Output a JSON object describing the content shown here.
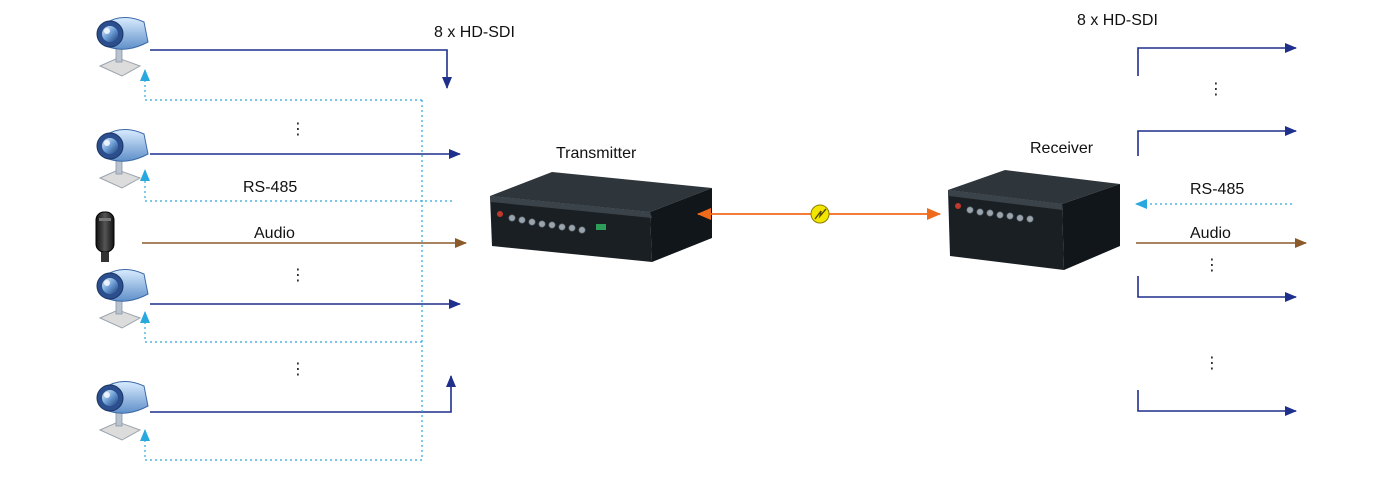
{
  "labels": {
    "hd_sdi_left": "8 x HD-SDI",
    "hd_sdi_right": "8 x HD-SDI",
    "transmitter": "Transmitter",
    "receiver": "Receiver",
    "rs485_left": "RS-485",
    "rs485_right": "RS-485",
    "audio_left": "Audio",
    "audio_right": "Audio",
    "ellipsis": "⋮"
  },
  "colors": {
    "video_line": "#1f2f8c",
    "rs485_line": "#29a8e0",
    "audio_line": "#8b5a2b",
    "fiber_line": "#f06a1c",
    "fiber_badge": "#f2e600",
    "device_body": "#1e2429"
  },
  "icons": {
    "camera": "webcam-icon",
    "microphone": "microphone-icon",
    "fiber_link": "fiber-link-icon",
    "transmitter": "transmitter-device-icon",
    "receiver": "receiver-device-icon"
  }
}
